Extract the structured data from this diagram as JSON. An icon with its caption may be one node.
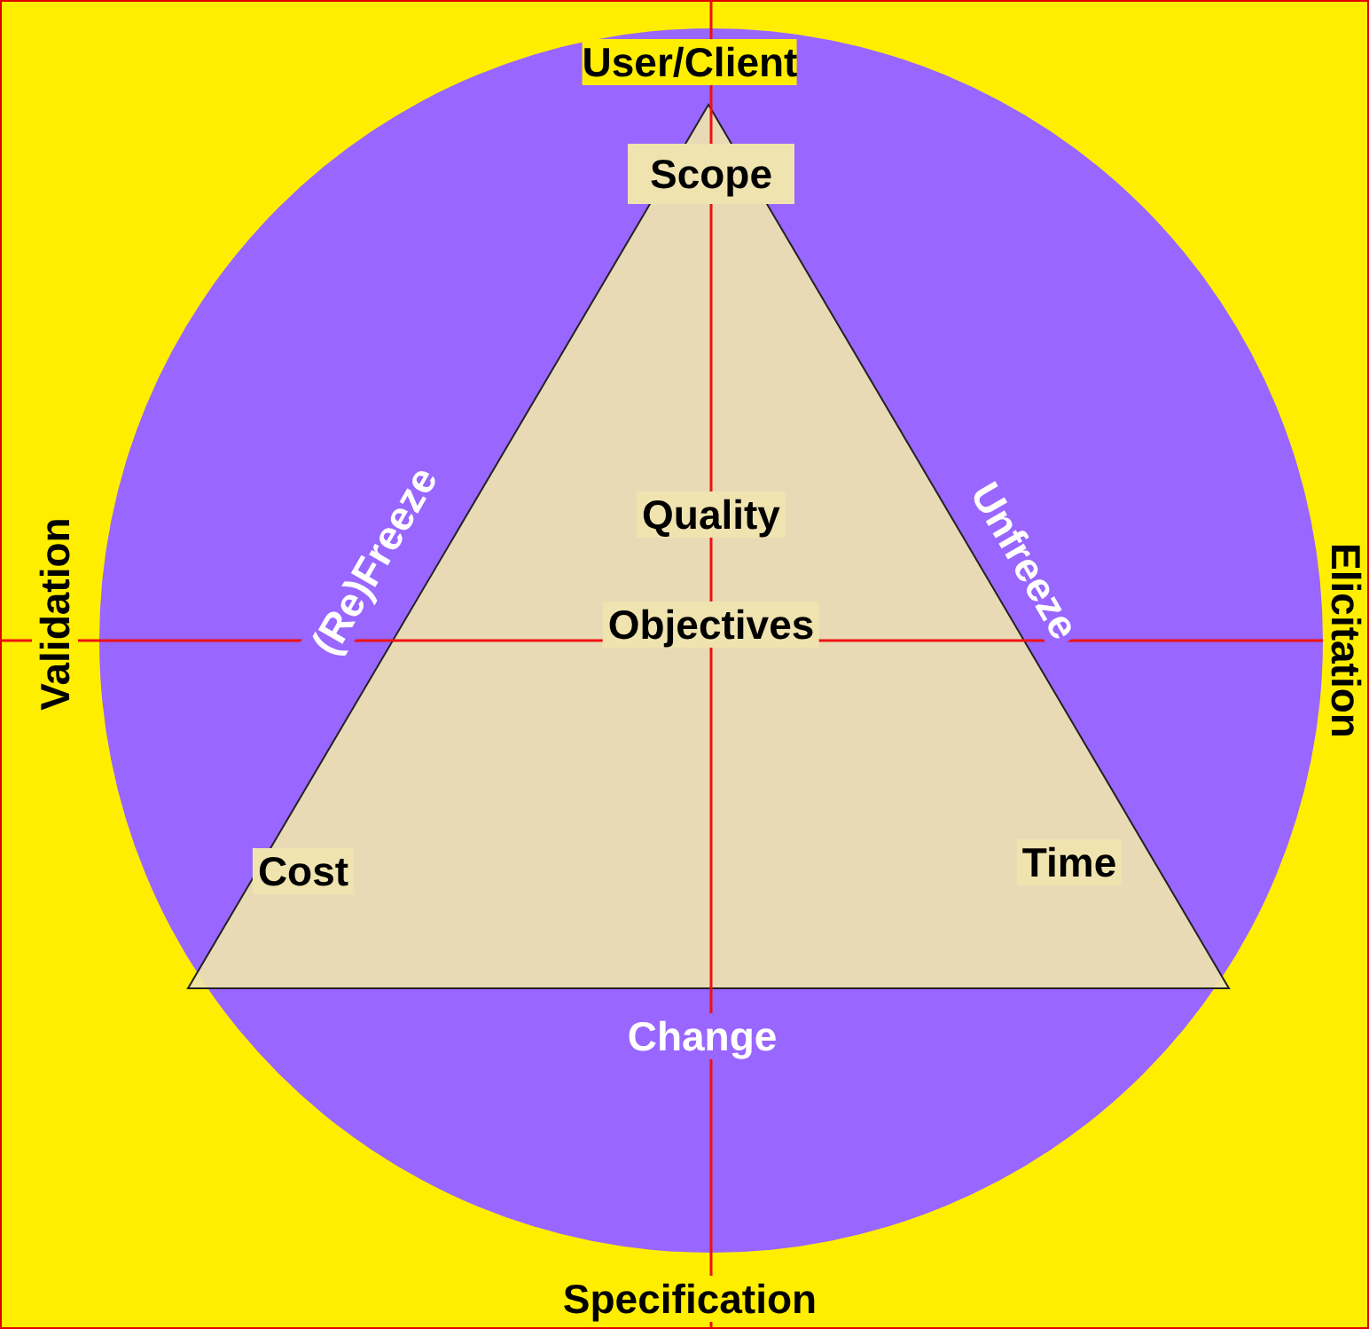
{
  "diagram": {
    "nodes": [
      {
        "text": [
          "(Re)Freeze",
          "Unfreeze",
          "Change"
        ]
      },
      {
        "text": [
          "Quality",
          "Objectives",
          "Cost",
          "Time"
        ],
        "in": 0
      },
      {
        "text": [
          "Scope"
        ],
        "in": 1
      }
    ],
    "labels": [
      "User/Client",
      "Validation",
      "Elicitation",
      "Specification"
    ]
  }
}
